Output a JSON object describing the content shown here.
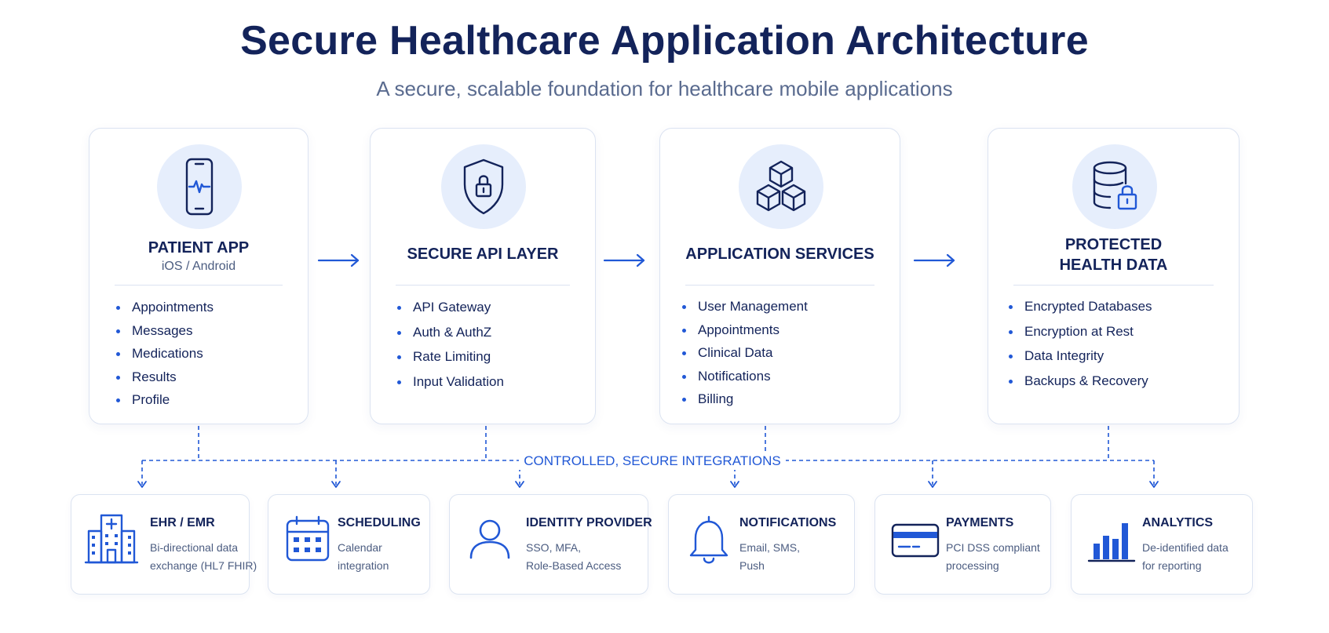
{
  "title": "Secure Healthcare Application Architecture",
  "subtitle": "A secure, scalable foundation for healthcare mobile applications",
  "colors": {
    "accent": "#2158d6",
    "title": "#13235a",
    "icon_bg": "#e6eefc",
    "border": "#dbe3f1"
  },
  "layers": [
    {
      "icon": "smartphone-heartbeat-icon",
      "title_lines": [
        "PATIENT APP"
      ],
      "subtitle": "iOS / Android",
      "items": [
        "Appointments",
        "Messages",
        "Medications",
        "Results",
        "Profile"
      ]
    },
    {
      "icon": "shield-lock-icon",
      "title_lines": [
        "SECURE API LAYER"
      ],
      "items": [
        "API Gateway",
        "Auth & AuthZ",
        "Rate Limiting",
        "Input Validation"
      ]
    },
    {
      "icon": "cubes-icon",
      "title_lines": [
        "APPLICATION SERVICES"
      ],
      "items": [
        "User Management",
        "Appointments",
        "Clinical Data",
        "Notifications",
        "Billing"
      ]
    },
    {
      "icon": "database-lock-icon",
      "title_lines": [
        "PROTECTED",
        "HEALTH DATA"
      ],
      "items": [
        "Encrypted Databases",
        "Encryption at Rest",
        "Data Integrity",
        "Backups & Recovery"
      ]
    }
  ],
  "integrations_label": "CONTROLLED, SECURE INTEGRATIONS",
  "integrations": [
    {
      "icon": "hospital-icon",
      "title": "EHR / EMR",
      "desc_lines": [
        "Bi-directional data",
        "exchange (HL7 FHIR)"
      ]
    },
    {
      "icon": "calendar-icon",
      "title": "SCHEDULING",
      "desc_lines": [
        "Calendar",
        "integration"
      ]
    },
    {
      "icon": "user-icon",
      "title": "IDENTITY PROVIDER",
      "desc_lines": [
        "SSO, MFA,",
        "Role-Based Access"
      ]
    },
    {
      "icon": "bell-icon",
      "title": "NOTIFICATIONS",
      "desc_lines": [
        "Email, SMS,",
        "Push"
      ]
    },
    {
      "icon": "credit-card-icon",
      "title": "PAYMENTS",
      "desc_lines": [
        "PCI DSS compliant",
        "processing"
      ]
    },
    {
      "icon": "bar-chart-icon",
      "title": "ANALYTICS",
      "desc_lines": [
        "De-identified data",
        "for reporting"
      ]
    }
  ]
}
